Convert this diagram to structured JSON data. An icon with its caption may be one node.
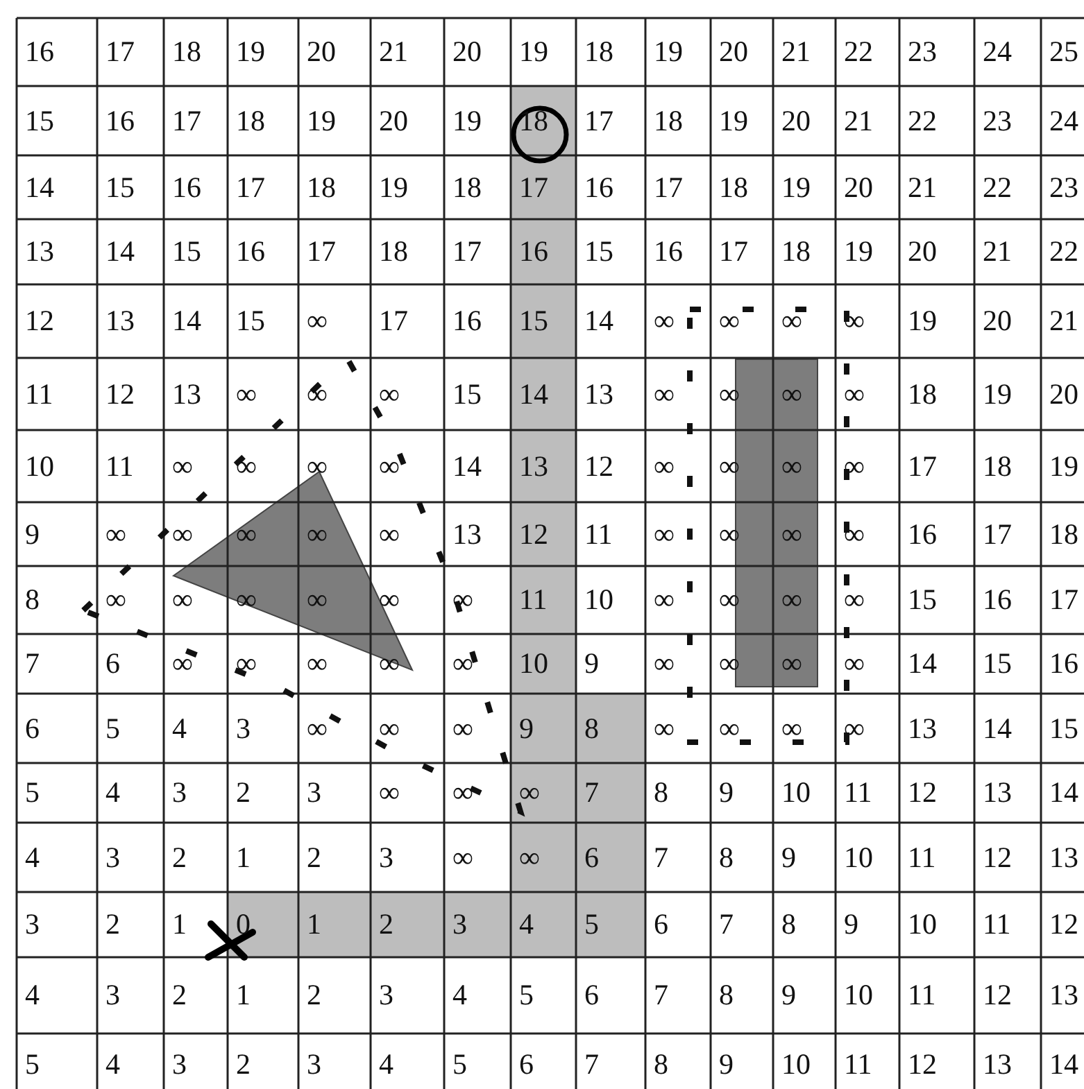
{
  "diagram": {
    "labels": [
      "16",
      "17",
      "18",
      "19",
      "20",
      "21",
      "20",
      "19",
      "18",
      "19",
      "20",
      "21",
      "22",
      "23",
      "24",
      "25",
      "15",
      "16",
      "17",
      "18",
      "19",
      "20",
      "19",
      "18",
      "17",
      "18",
      "19",
      "20",
      "21",
      "22",
      "23",
      "24",
      "14",
      "15",
      "16",
      "17",
      "18",
      "19",
      "18",
      "17",
      "16",
      "17",
      "18",
      "19",
      "20",
      "21",
      "22",
      "23",
      "13",
      "14",
      "15",
      "16",
      "17",
      "18",
      "17",
      "16",
      "15",
      "16",
      "17",
      "18",
      "19",
      "20",
      "21",
      "22",
      "12",
      "13",
      "14",
      "15",
      "∞",
      "17",
      "16",
      "15",
      "14",
      "∞",
      "∞",
      "∞",
      "∞",
      "19",
      "20",
      "21",
      "11",
      "12",
      "13",
      "∞",
      "∞",
      "∞",
      "15",
      "14",
      "13",
      "∞",
      "∞",
      "∞",
      "∞",
      "18",
      "19",
      "20",
      "10",
      "11",
      "∞",
      "∞",
      "∞",
      "∞",
      "14",
      "13",
      "12",
      "∞",
      "∞",
      "∞",
      "∞",
      "17",
      "18",
      "19",
      "9",
      "∞",
      "∞",
      "∞",
      "∞",
      "∞",
      "13",
      "12",
      "11",
      "∞",
      "∞",
      "∞",
      "∞",
      "16",
      "17",
      "18",
      "8",
      "∞",
      "∞",
      "∞",
      "∞",
      "∞",
      "∞",
      "11",
      "10",
      "∞",
      "∞",
      "∞",
      "∞",
      "15",
      "16",
      "17",
      "7",
      "6",
      "∞",
      "∞",
      "∞",
      "∞",
      "∞",
      "10",
      "9",
      "∞",
      "∞",
      "∞",
      "∞",
      "14",
      "15",
      "16",
      "6",
      "5",
      "4",
      "3",
      "∞",
      "∞",
      "∞",
      "9",
      "8",
      "∞",
      "∞",
      "∞",
      "∞",
      "13",
      "14",
      "15",
      "5",
      "4",
      "3",
      "2",
      "3",
      "∞",
      "∞",
      "∞",
      "7",
      "8",
      "9",
      "10",
      "11",
      "12",
      "13",
      "14",
      "4",
      "3",
      "2",
      "1",
      "2",
      "3",
      "∞",
      "∞",
      "6",
      "7",
      "8",
      "9",
      "10",
      "11",
      "12",
      "13",
      "3",
      "2",
      "1",
      "0",
      "1",
      "2",
      "3",
      "4",
      "5",
      "6",
      "7",
      "8",
      "9",
      "10",
      "11",
      "12",
      "4",
      "3",
      "2",
      "1",
      "2",
      "3",
      "4",
      "5",
      "6",
      "7",
      "8",
      "9",
      "10",
      "11",
      "12",
      "13",
      "5",
      "4",
      "3",
      "2",
      "3",
      "4",
      "5",
      "6",
      "7",
      "8",
      "9",
      "10",
      "11",
      "12",
      "13",
      "14"
    ]
  }
}
